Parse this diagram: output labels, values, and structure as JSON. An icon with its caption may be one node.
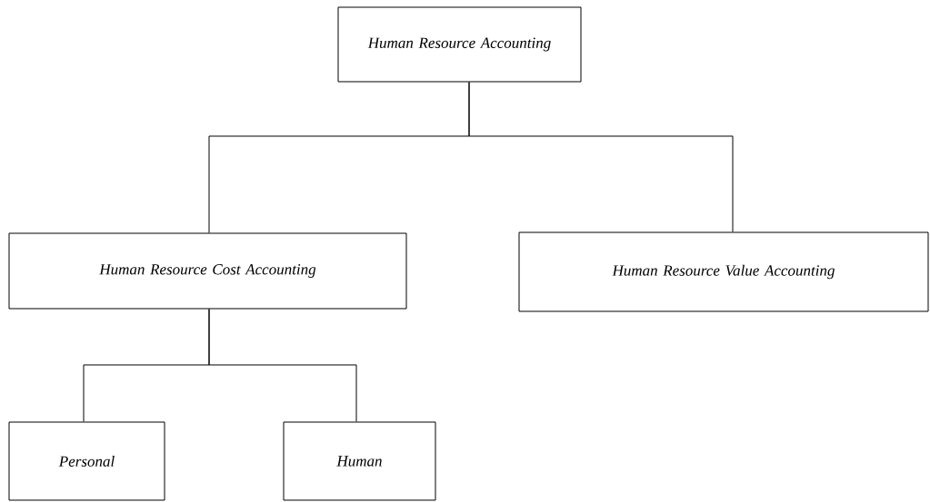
{
  "diagram": {
    "nodes": [
      {
        "text": [
          "Human Resource Accounting"
        ]
      },
      {
        "text": [
          "Human Resource Cost Accounting"
        ]
      },
      {
        "text": [
          "Human Resource Value Accounting"
        ]
      },
      {
        "text": [
          "Personal"
        ]
      },
      {
        "text": [
          "Human"
        ]
      }
    ],
    "edges": [
      {
        "from": 0,
        "to": 1,
        "arrow": "none"
      },
      {
        "from": 0,
        "to": 2,
        "arrow": "none"
      },
      {
        "from": 1,
        "to": 3,
        "arrow": "none"
      },
      {
        "from": 1,
        "to": 4,
        "arrow": "none"
      }
    ]
  }
}
